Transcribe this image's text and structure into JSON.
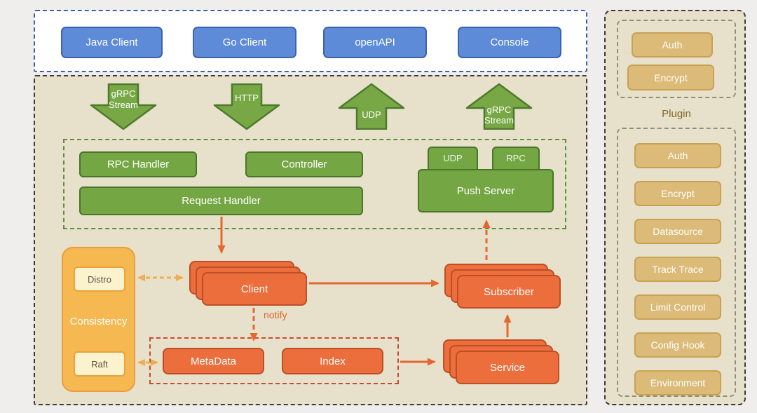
{
  "clients": {
    "items": [
      {
        "label": "Java Client"
      },
      {
        "label": "Go Client"
      },
      {
        "label": "openAPI"
      },
      {
        "label": "Console"
      }
    ]
  },
  "transports": [
    {
      "label": "gRPC Stream",
      "direction": "down"
    },
    {
      "label": "HTTP",
      "direction": "down"
    },
    {
      "label": "UDP",
      "direction": "up"
    },
    {
      "label": "gRPC Stream",
      "direction": "up"
    }
  ],
  "handler_layer": {
    "rpc_handler": "RPC Handler",
    "controller": "Controller",
    "request_handler": "Request Handler",
    "push_server": "Push Server",
    "udp_tab": "UDP",
    "rpc_tab": "RPC"
  },
  "core_layer": {
    "client": "Client",
    "subscriber": "Subscriber",
    "service": "Service",
    "metadata": "MetaData",
    "index": "Index",
    "notify_label": "notify"
  },
  "consistency": {
    "title": "Consistency",
    "distro": "Distro",
    "raft": "Raft"
  },
  "plugin_panel": {
    "title": "Plugin",
    "top_items": [
      {
        "label": "Auth"
      },
      {
        "label": "Encrypt"
      }
    ],
    "items": [
      {
        "label": "Auth"
      },
      {
        "label": "Encrypt"
      },
      {
        "label": "Datasource"
      },
      {
        "label": "Track Trace"
      },
      {
        "label": "Limit Control"
      },
      {
        "label": "Config Hook"
      },
      {
        "label": "Environment"
      }
    ]
  },
  "colors": {
    "blue": "#5E8BD8",
    "green": "#74A743",
    "orange": "#EB6E3C",
    "yellow": "#F6B851",
    "tan": "#DCBA77",
    "panel_bg": "#E7E0CA"
  }
}
